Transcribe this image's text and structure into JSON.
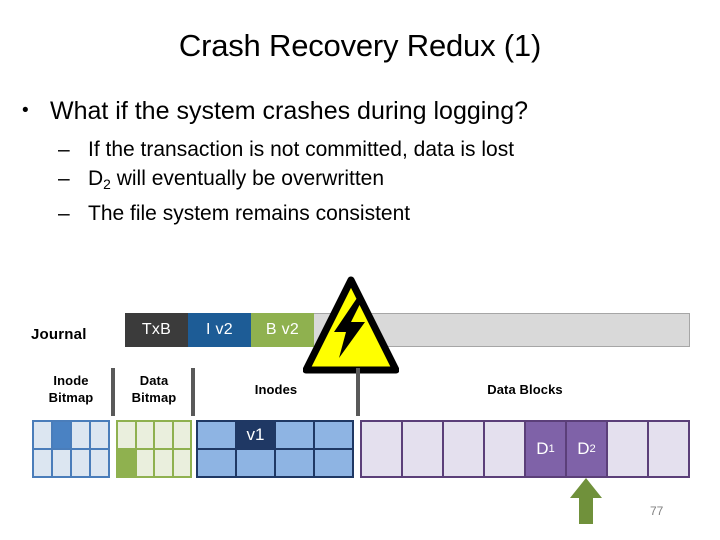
{
  "slide": {
    "title": "Crash Recovery Redux (1)",
    "page_number": "77",
    "bullets": [
      {
        "marker": "•",
        "text": "What if the system crashes during logging?"
      },
      {
        "marker": "–",
        "text": "If the transaction is not committed, data is lost"
      },
      {
        "marker": "–",
        "text_pre": "D",
        "text_sub": "2",
        "text_post": " will eventually be overwritten"
      },
      {
        "marker": "–",
        "text": "The file system remains consistent"
      }
    ]
  },
  "diagram": {
    "journal": {
      "label": "Journal",
      "blocks": [
        {
          "label": "TxB",
          "color": "#3b3b3b"
        },
        {
          "label": "I v2",
          "color": "#1d5c96"
        },
        {
          "label": "B v2",
          "color": "#8fb14f"
        }
      ],
      "bar_color": "#d9d9d9"
    },
    "crash_icon": {
      "name": "crash-warning-icon",
      "triangle_fill": "#ffff00",
      "bolt_fill": "#000000"
    },
    "sections": [
      {
        "name": "inode-bitmap",
        "label_line1": "Inode",
        "label_line2": "Bitmap"
      },
      {
        "name": "data-bitmap",
        "label_line1": "Data",
        "label_line2": "Bitmap"
      },
      {
        "name": "inodes",
        "label_line1": "Inodes",
        "label_line2": ""
      },
      {
        "name": "data-blocks",
        "label_line1": "Data Blocks",
        "label_line2": ""
      }
    ],
    "inode_bitmap_cells": [
      {
        "on": false,
        "label": ""
      },
      {
        "on": true,
        "label": ""
      },
      {
        "on": false,
        "label": ""
      },
      {
        "on": false,
        "label": ""
      },
      {
        "on": false,
        "label": ""
      },
      {
        "on": false,
        "label": ""
      },
      {
        "on": false,
        "label": ""
      },
      {
        "on": false,
        "label": ""
      }
    ],
    "data_bitmap_cells": [
      {
        "on": false,
        "label": ""
      },
      {
        "on": false,
        "label": ""
      },
      {
        "on": false,
        "label": ""
      },
      {
        "on": false,
        "label": ""
      },
      {
        "on": true,
        "label": ""
      },
      {
        "on": false,
        "label": ""
      },
      {
        "on": false,
        "label": ""
      },
      {
        "on": false,
        "label": ""
      }
    ],
    "inode_cells": [
      {
        "on": false,
        "label": ""
      },
      {
        "on": true,
        "label": "v1"
      },
      {
        "on": false,
        "label": ""
      },
      {
        "on": false,
        "label": ""
      },
      {
        "on": false,
        "label": ""
      },
      {
        "on": false,
        "label": ""
      },
      {
        "on": false,
        "label": ""
      },
      {
        "on": false,
        "label": ""
      }
    ],
    "data_block_cells": [
      {
        "on": false,
        "label": ""
      },
      {
        "on": false,
        "label": ""
      },
      {
        "on": false,
        "label": ""
      },
      {
        "on": false,
        "label": ""
      },
      {
        "on": true,
        "label_pre": "D",
        "label_sub": "1"
      },
      {
        "on": true,
        "label_pre": "D",
        "label_sub": "2"
      },
      {
        "on": false,
        "label": ""
      },
      {
        "on": false,
        "label": ""
      }
    ],
    "overwrite_arrow": {
      "name": "overwrite-arrow-icon",
      "color": "#70913b",
      "points_at": "D2"
    }
  }
}
